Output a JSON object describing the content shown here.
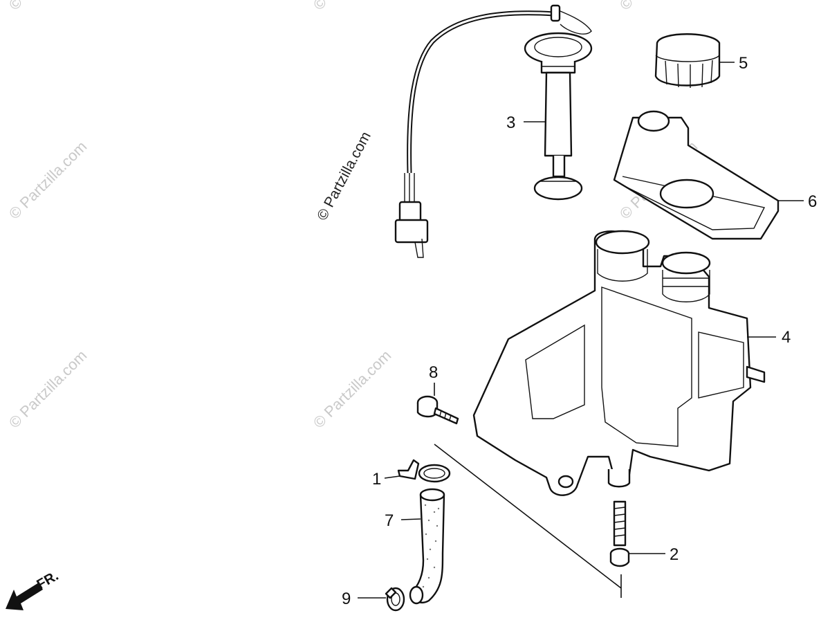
{
  "copyright": "© Partzilla.com",
  "watermark": "© Partzilla.com",
  "direction_label": "FR.",
  "callouts": [
    "1",
    "2",
    "3",
    "4",
    "5",
    "6",
    "7",
    "8",
    "9"
  ]
}
